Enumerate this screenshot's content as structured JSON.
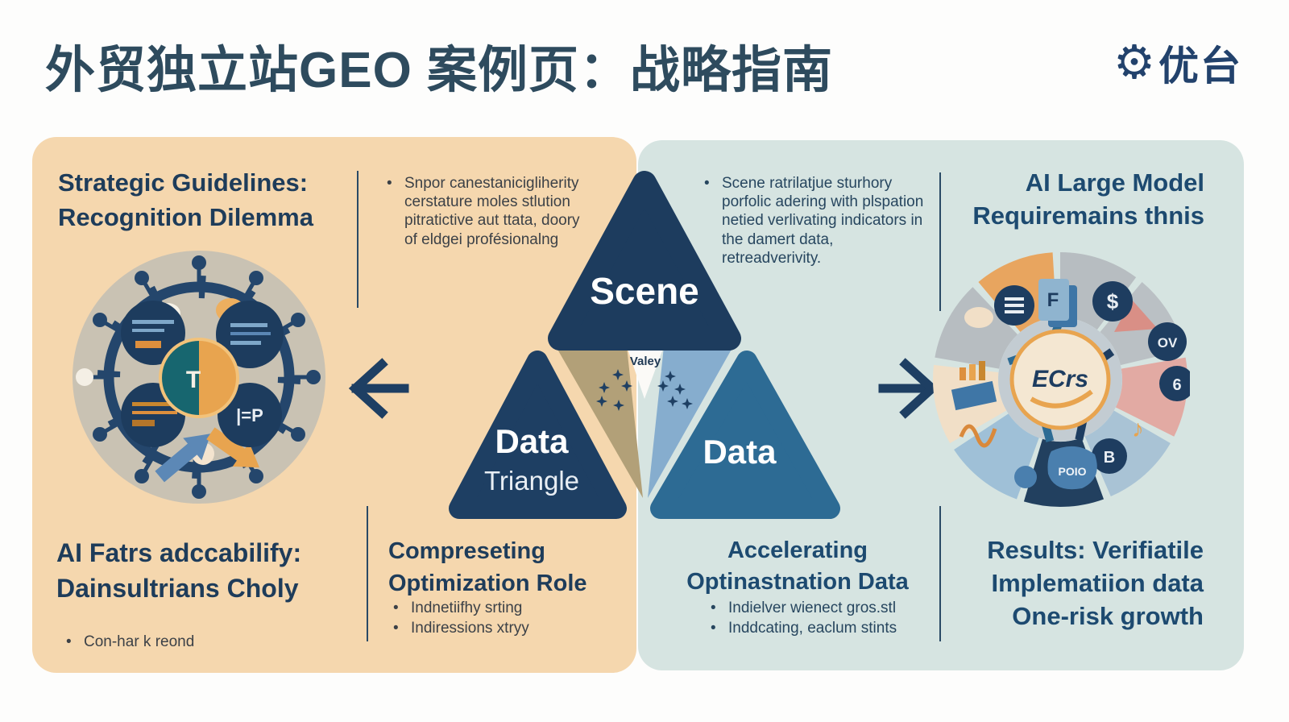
{
  "page": {
    "title": "外贸独立站GEO 案例页：战略指南"
  },
  "logo": {
    "gear_icon": "⚙",
    "brand_text": "优台"
  },
  "left_panel": {
    "heading": "Strategic Guidelines:\nRecognition Dilemma",
    "top_bullet": "Snpor canestanicigliherity cerstature moles stlution pitratictive aut ttata, doory of eldgei profésionalng",
    "bottom_heading": "AI Fatrs adccabilify:\nDainsultrians Choly",
    "bottom_bullet": "Con-har k reond",
    "mid_heading": "Compreseting\nOptimization Role",
    "mid_bullets": [
      "Indnetiifhy srting",
      "Indiressions xtryy"
    ]
  },
  "right_panel": {
    "top_bullet": "Scene ratrilatjue sturhory porfolic adering with plspation netied verlivating indicators in the damert data, retreadverivity.",
    "heading": "AI Large Model\nRequiremains thnis",
    "mid_heading": "Accelerating\nOptinastnation Data",
    "mid_bullets": [
      "Indielver wienect gros.stl",
      "Inddcating, eaclum stints"
    ],
    "bottom_heading": "Results: Verifiatile\nImplematiion data\nOne-risk growth"
  },
  "triangle_diagram": {
    "top_label": "Scene",
    "left_label": "Data",
    "left_sublabel": "Triangle",
    "right_label": "Data",
    "center_label": "Valey"
  },
  "gear_diagram": {
    "badge_iep": "|=P",
    "center_glyph": "T"
  },
  "wheel_diagram": {
    "badge_dollar": "$",
    "badge_ov": "OV",
    "badge_six": "6",
    "badge_b": "B",
    "badge_f": "F",
    "badge_poio": "POIO",
    "center_logo": "ECrs",
    "note_glyph": "♪"
  },
  "colors": {
    "peach_panel": "#f5d7ae",
    "blue_panel": "#d6e4e1",
    "navy": "#1e3f63",
    "scene_triangle": "#1d3c5e",
    "right_triangle": "#2d6b94",
    "tan_wedge": "#b2a078",
    "blue_wedge": "#86adce",
    "accent_orange": "#e8a44f",
    "title": "#2e4b5e",
    "right_heading": "#1d4a70"
  }
}
